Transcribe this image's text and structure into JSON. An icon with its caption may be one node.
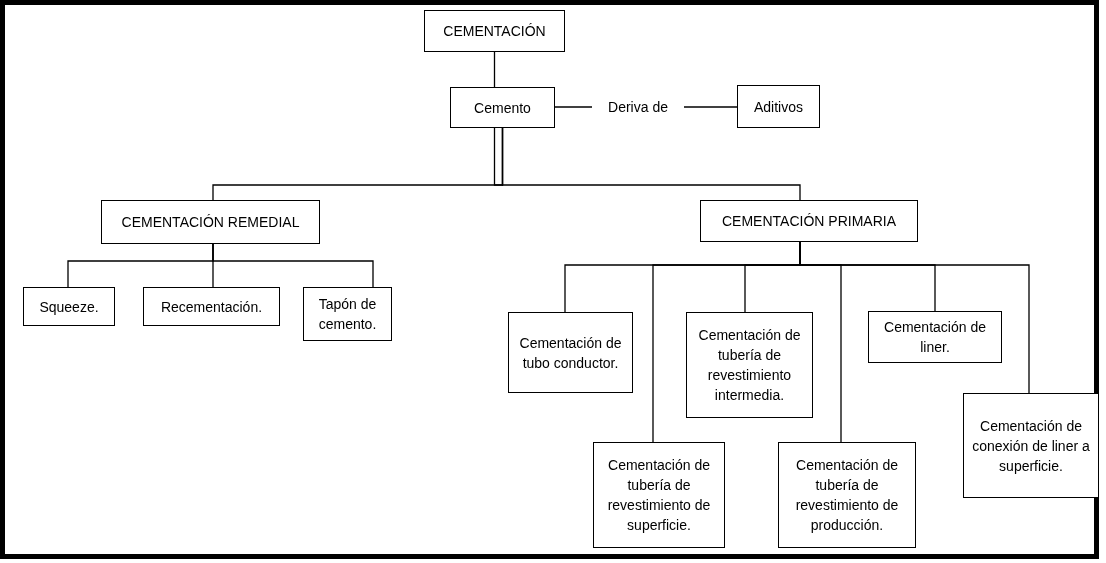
{
  "diagram": {
    "nodes": [
      {
        "text": [
          "CEMENTACIÓN"
        ]
      },
      {
        "text": [
          "Cemento"
        ]
      },
      {
        "text": [
          "Deriva de"
        ]
      },
      {
        "text": [
          "Aditivos"
        ]
      },
      {
        "text": [
          "CEMENTACIÓN REMEDIAL"
        ]
      },
      {
        "text": [
          "CEMENTACIÓN PRIMARIA"
        ]
      },
      {
        "text": [
          "Squeeze."
        ]
      },
      {
        "text": [
          "Recementación."
        ]
      },
      {
        "text": [
          "Tapón de cemento."
        ]
      },
      {
        "text": [
          "Cementación de tubo conductor."
        ]
      },
      {
        "text": [
          "Cementación de tubería de revestimiento de superficie."
        ]
      },
      {
        "text": [
          "Cementación de tubería de revestimiento intermedia."
        ]
      },
      {
        "text": [
          "Cementación de tubería de revestimiento de producción."
        ]
      },
      {
        "text": [
          "Cementación de liner."
        ]
      },
      {
        "text": [
          "Cementación de conexión de liner a superficie."
        ]
      }
    ],
    "edges": [
      {
        "from": 0,
        "to": 1,
        "arrow": "none"
      },
      {
        "from": 1,
        "to": 2,
        "arrow": "none"
      },
      {
        "from": 2,
        "to": 3,
        "arrow": "none"
      },
      {
        "from": 1,
        "to": 4,
        "arrow": "none"
      },
      {
        "from": 1,
        "to": 5,
        "arrow": "none"
      },
      {
        "from": 4,
        "to": 6,
        "arrow": "none"
      },
      {
        "from": 4,
        "to": 7,
        "arrow": "none"
      },
      {
        "from": 4,
        "to": 8,
        "arrow": "none"
      },
      {
        "from": 5,
        "to": 9,
        "arrow": "none"
      },
      {
        "from": 5,
        "to": 10,
        "arrow": "none"
      },
      {
        "from": 5,
        "to": 11,
        "arrow": "none"
      },
      {
        "from": 5,
        "to": 12,
        "arrow": "none"
      },
      {
        "from": 5,
        "to": 13,
        "arrow": "none"
      },
      {
        "from": 5,
        "to": 14,
        "arrow": "none"
      }
    ]
  }
}
